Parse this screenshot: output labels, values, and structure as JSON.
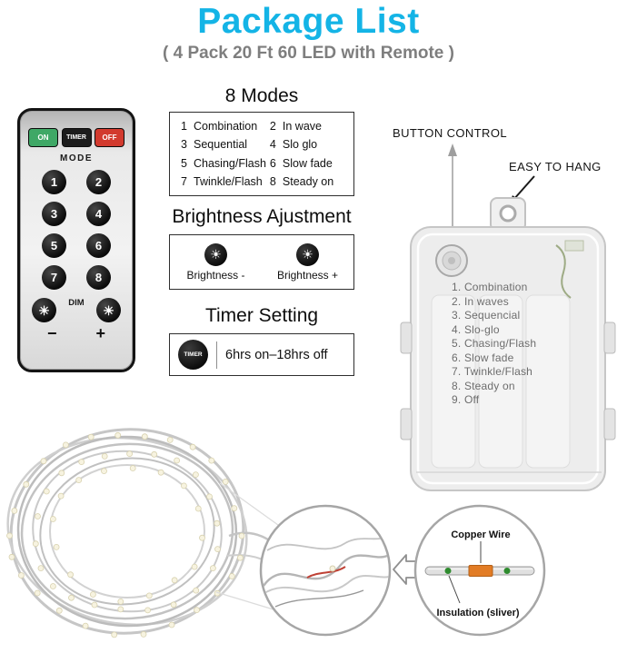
{
  "header": {
    "title": "Package List",
    "subtitle": "( 4 Pack 20 Ft 60 LED with Remote )"
  },
  "icons": {
    "sun": "☀"
  },
  "colors": {
    "accent": "#14b4e6",
    "on_green": "#3fa866",
    "off_red": "#d23a2e",
    "copper_orange": "#e27c25",
    "insulation_green": "#2e8b2e"
  },
  "remote": {
    "on_label": "ON",
    "timer_label": "TIMER",
    "off_label": "OFF",
    "mode_label": "MODE",
    "buttons": [
      "1",
      "2",
      "3",
      "4",
      "5",
      "6",
      "7",
      "8"
    ],
    "dim_label": "DIM",
    "minus_label": "−",
    "plus_label": "+"
  },
  "modes": {
    "heading": "8 Modes",
    "items": [
      {
        "num": "1",
        "label": "Combination"
      },
      {
        "num": "2",
        "label": "In wave"
      },
      {
        "num": "3",
        "label": "Sequential"
      },
      {
        "num": "4",
        "label": "Slo glo"
      },
      {
        "num": "5",
        "label": "Chasing/Flash"
      },
      {
        "num": "6",
        "label": "Slow fade"
      },
      {
        "num": "7",
        "label": "Twinkle/Flash"
      },
      {
        "num": "8",
        "label": "Steady on"
      }
    ]
  },
  "brightness": {
    "heading": "Brightness Ajustment",
    "minus_label": "Brightness -",
    "plus_label": "Brightness +"
  },
  "timer": {
    "heading": "Timer Setting",
    "button_label": "TIMER",
    "text": "6hrs on–18hrs off"
  },
  "battery": {
    "button_control_label": "BUTTON CONTROL",
    "easy_to_hang_label": "EASY TO HANG",
    "modes": [
      "1. Combination",
      "2. In waves",
      "3. Sequencial",
      "4. Slo-glo",
      "5. Chasing/Flash",
      "6. Slow fade",
      "7. Twinkle/Flash",
      "8. Steady on",
      "9. Off"
    ]
  },
  "wire": {
    "copper_label": "Copper Wire",
    "insulation_label": "Insulation (sliver)"
  }
}
